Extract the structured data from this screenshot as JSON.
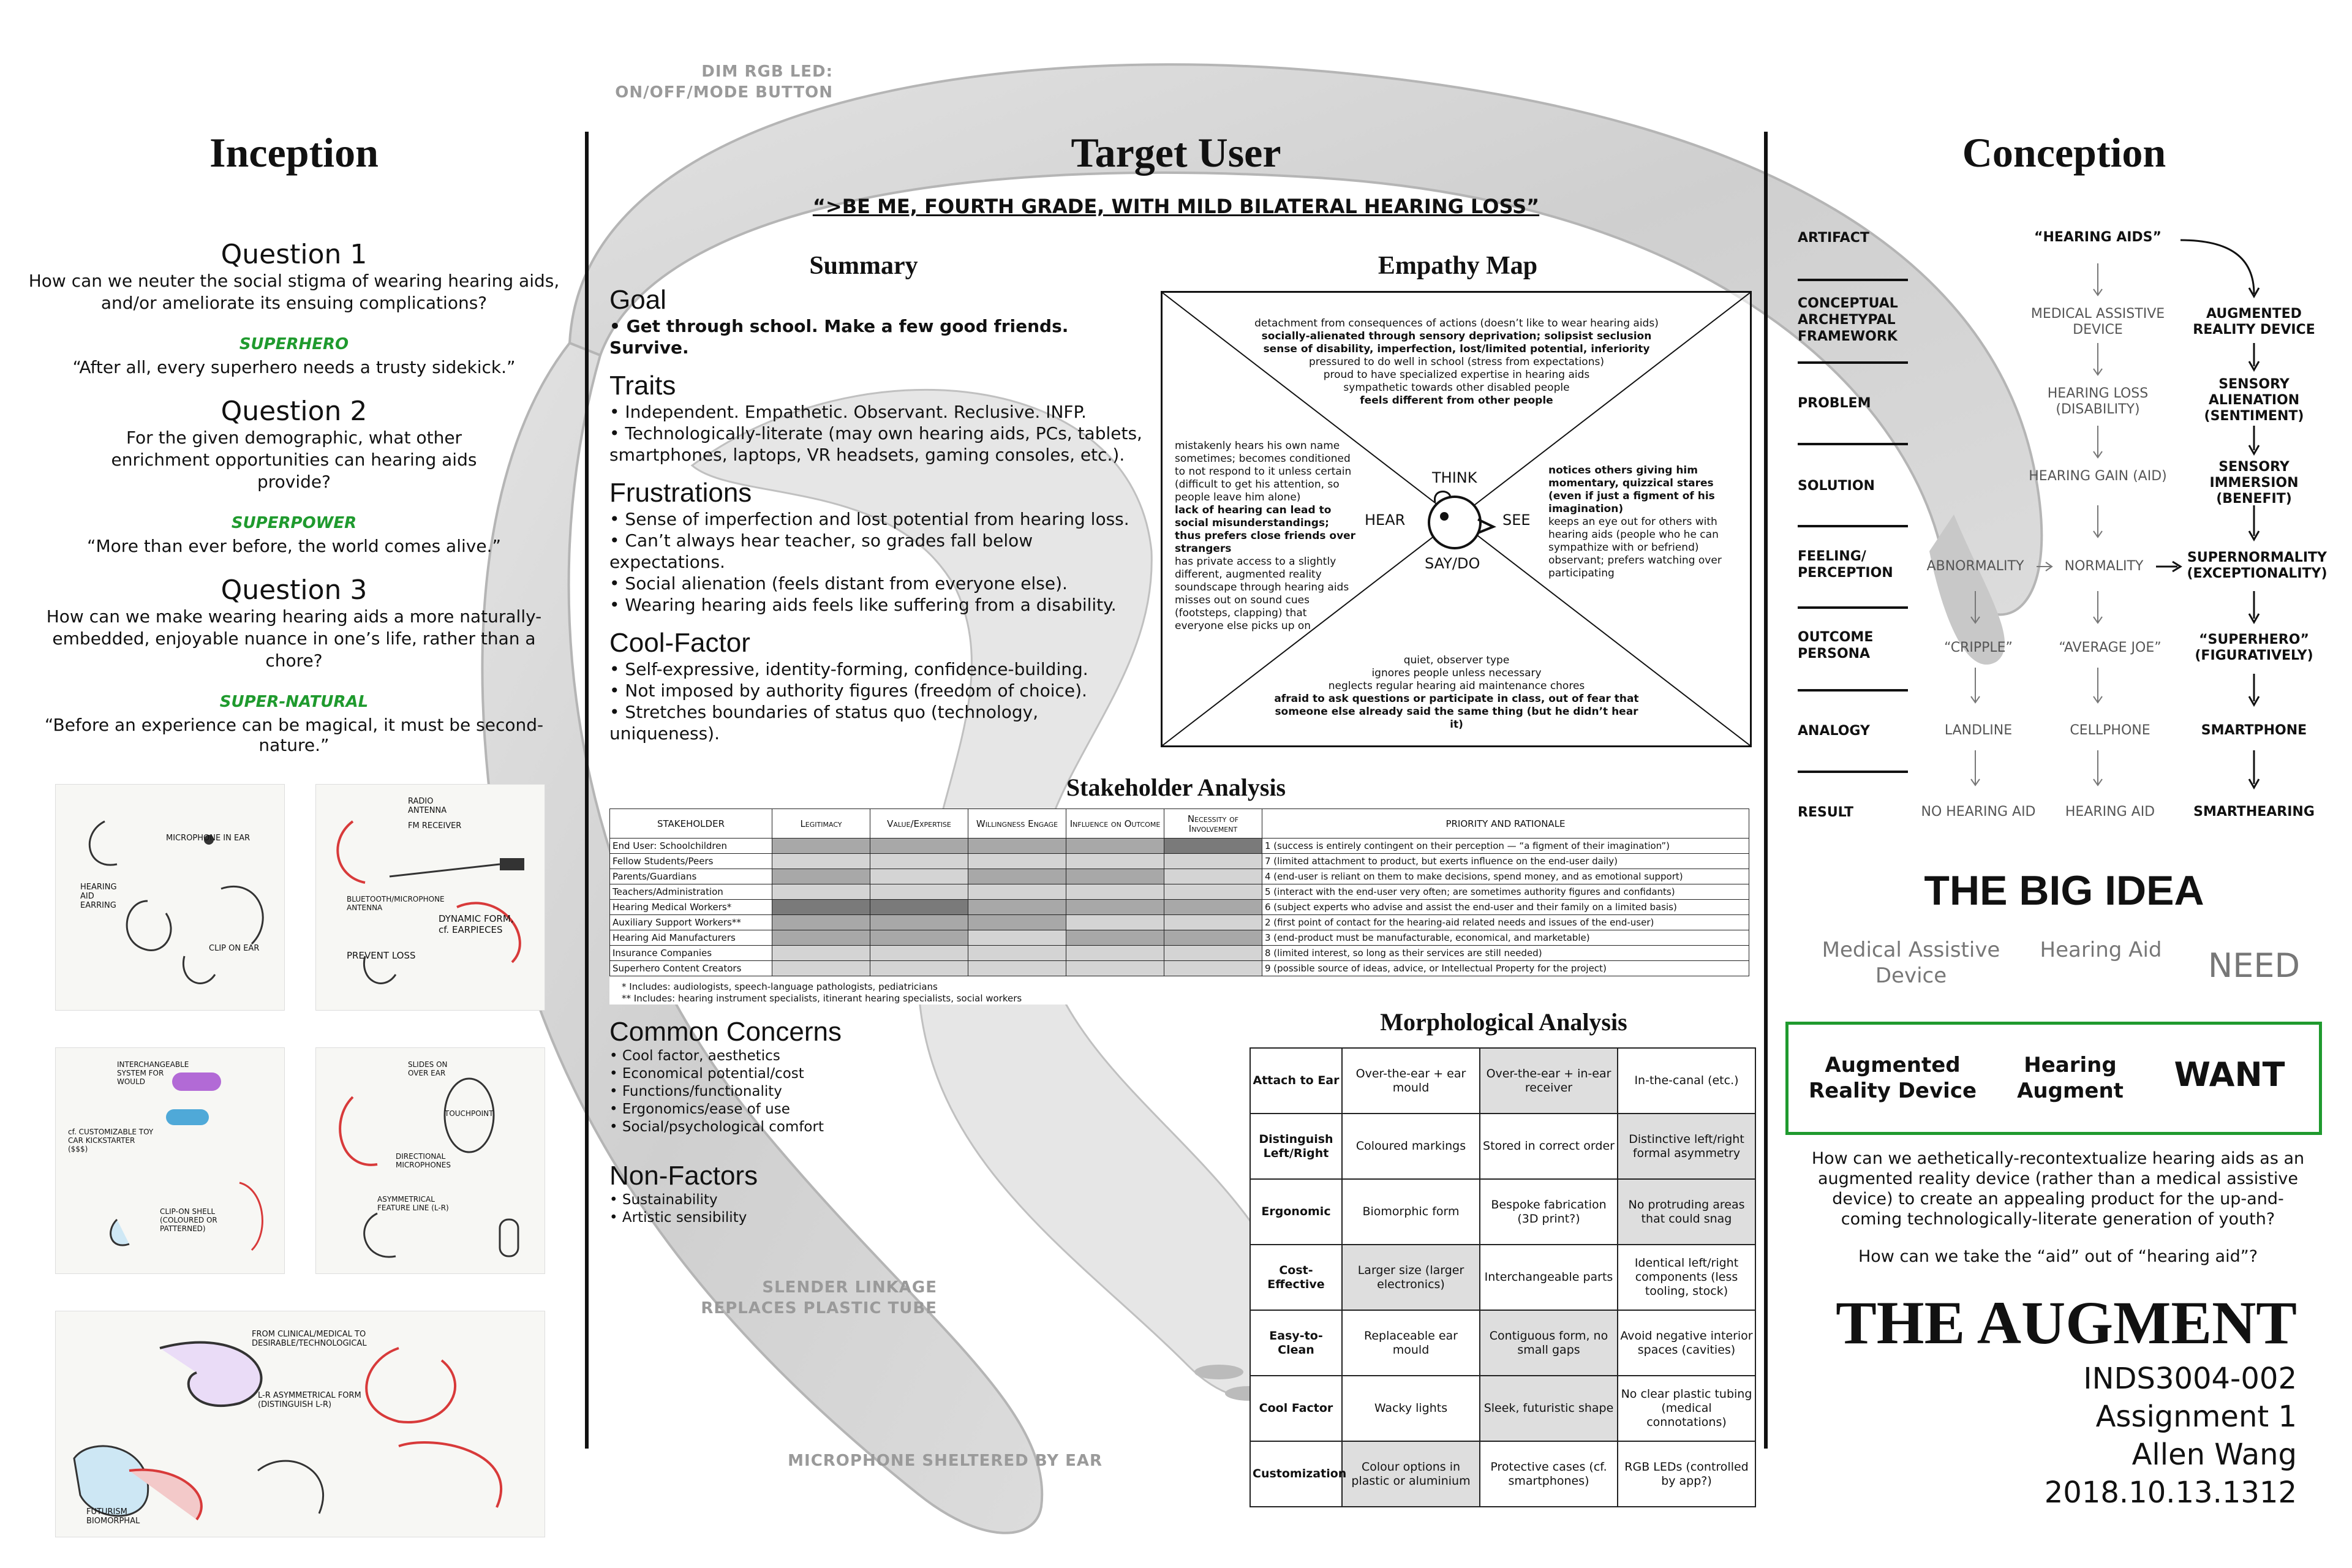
{
  "annotations": {
    "led": [
      "DIM RGB LED:",
      "ON/OFF/MODE BUTTON"
    ],
    "linkage": [
      "SLENDER LINKAGE",
      "REPLACES PLASTIC TUBE"
    ],
    "microphone": "MICROPHONE SHELTERED BY EAR"
  },
  "inception": {
    "title": "Inception",
    "questions": [
      {
        "title": "Question 1",
        "text": "How can we neuter the social stigma of wearing hearing aids, and/or ameliorate its ensuing complications?",
        "tag": "SUPERHERO",
        "quote": "“After all, every superhero needs a trusty sidekick.”"
      },
      {
        "title": "Question 2",
        "text": "For the given demographic, what other enrichment opportunities can hearing aids provide?",
        "tag": "SUPERPOWER",
        "quote": "“More than ever before, the world comes alive.”"
      },
      {
        "title": "Question 3",
        "text": "How can we make wearing hearing aids a more naturally-embedded, enjoyable nuance in one’s life, rather than a chore?",
        "tag": "SUPER-NATURAL",
        "quote": "“Before an experience can be magical, it must be second-nature.”"
      }
    ],
    "sketch_notes": [
      "MICROPHONE IN EAR",
      "HEARING AID EARRING",
      "CLIP ON EAR",
      "RADIO ANTENNA",
      "FM RECEIVER",
      "BLUETOOTH/MICROPHONE ANTENNA",
      "DYNAMIC FORM, cf. EARPIECES",
      "PREVENT LOSS",
      "INTERCHANGEABLE SYSTEM FOR WOULD",
      "cf. CUSTOMIZABLE TOY CAR KICKSTARTER ($$$)",
      "CLIP-ON SHELL (COLOURED OR PATTERNED)",
      "SLIDES ON OVER EAR",
      "TOUCHPOINT",
      "DIRECTIONAL MICROPHONES",
      "ASYMMETRICAL FEATURE LINE (L-R)",
      "FROM CLINICAL/MEDICAL TO DESIRABLE/TECHNOLOGICAL",
      "L-R ASYMMETRICAL FORM (DISTINGUISH L-R)",
      "FUTURISM BIOMORPHAL"
    ]
  },
  "target": {
    "title": "Target User",
    "tagline": "“>BE ME, FOURTH GRADE, WITH MILD BILATERAL HEARING LOSS”",
    "summary_title": "Summary",
    "goal": {
      "title": "Goal",
      "items": [
        "Get through school. Make a few good friends. Survive."
      ]
    },
    "traits": {
      "title": "Traits",
      "items": [
        "Independent. Empathetic. Observant. Reclusive. INFP.",
        "Technologically-literate (may own hearing aids, PCs, tablets, smartphones, laptops, VR headsets, gaming consoles, etc.)."
      ]
    },
    "frustrations": {
      "title": "Frustrations",
      "items": [
        "Sense of imperfection and lost potential from hearing loss.",
        "Can’t always hear teacher, so grades fall below expectations.",
        "Social alienation (feels distant from everyone else).",
        "Wearing hearing aids feels like suffering from a disability."
      ]
    },
    "cool": {
      "title": "Cool-Factor",
      "items": [
        "Self-expressive, identity-forming, confidence-building.",
        "Not imposed by authority figures (freedom of choice).",
        "Stretches boundaries of status quo (technology, uniqueness)."
      ]
    },
    "empathy": {
      "title": "Empathy Map",
      "think": [
        "detachment from consequences of actions (doesn’t like to wear hearing aids)",
        "socially-alienated through sensory deprivation; solipsist seclusion",
        "sense of disability, imperfection, lost/limited potential, inferiority",
        "pressured to do well in school (stress from expectations)",
        "proud to have specialized expertise in hearing aids",
        "sympathetic towards other disabled people",
        "feels different from other people"
      ],
      "hear": [
        "mistakenly hears his own name sometimes; becomes conditioned to not respond to it unless certain (difficult to get his attention, so people leave him alone)",
        "lack of hearing can lead to social misunderstandings; thus prefers close friends over strangers",
        "has private access to a slightly different, augmented reality soundscape through hearing aids",
        "misses out on sound cues (footsteps, clapping) that everyone else picks up on"
      ],
      "see": [
        "notices others giving him momentary, quizzical stares (even if just a figment of his imagination)",
        "keeps an eye out for others with hearing aids (people who he can sympathize with or befriend)",
        "observant; prefers watching over participating"
      ],
      "say": [
        "quiet, observer type",
        "ignores people unless necessary",
        "neglects regular hearing aid maintenance chores",
        "afraid to ask questions or participate in class, out of fear that someone else already said the same thing (but he didn’t hear it)"
      ],
      "labels": {
        "think": "THINK",
        "hear": "HEAR",
        "see": "SEE",
        "say": "SAY/DO"
      }
    },
    "stakeholder": {
      "title": "Stakeholder Analysis",
      "headers": [
        "STAKEHOLDER",
        "Legitimacy",
        "Value/Expertise",
        "Willingness Engage",
        "Influence on Outcome",
        "Necessity of Involvement",
        "PRIORITY AND RATIONALE"
      ],
      "rows": [
        {
          "name": "End User: Schoolchildren",
          "levels": [
            2,
            2,
            2,
            2,
            3
          ],
          "rationale": "1 (success is entirely contingent on their perception — “a figment of their imagination”)"
        },
        {
          "name": "Fellow Students/Peers",
          "levels": [
            1,
            1,
            1,
            1,
            1
          ],
          "rationale": "7 (limited attachment to product, but exerts influence on the end-user daily)"
        },
        {
          "name": "Parents/Guardians",
          "levels": [
            2,
            1,
            2,
            2,
            1
          ],
          "rationale": "4 (end-user is reliant on them to make decisions, spend money, and as emotional support)"
        },
        {
          "name": "Teachers/Administration",
          "levels": [
            1,
            1,
            1,
            1,
            1
          ],
          "rationale": "5 (interact with the end-user very often; are sometimes authority figures and confidants)"
        },
        {
          "name": "Hearing Medical Workers*",
          "levels": [
            3,
            3,
            2,
            2,
            2
          ],
          "rationale": "6 (subject experts who advise and assist the end-user and their family on a limited basis)"
        },
        {
          "name": "Auxiliary Support Workers**",
          "levels": [
            2,
            2,
            2,
            1,
            1
          ],
          "rationale": "2 (first point of contact for the hearing-aid related needs and issues of the end-user)"
        },
        {
          "name": "Hearing Aid Manufacturers",
          "levels": [
            2,
            2,
            1,
            2,
            2
          ],
          "rationale": "3 (end-product must be manufacturable, economical, and marketable)"
        },
        {
          "name": "Insurance Companies",
          "levels": [
            1,
            1,
            1,
            1,
            1
          ],
          "rationale": "8 (limited interest, so long as their services are still needed)"
        },
        {
          "name": "Superhero Content Creators",
          "levels": [
            1,
            1,
            1,
            1,
            1
          ],
          "rationale": "9 (possible source of ideas, advice, or Intellectual Property for the project)"
        }
      ],
      "footnotes": [
        "* Includes: audiologists, speech-language pathologists, pediatricians",
        "** Includes: hearing instrument specialists, itinerant hearing specialists, social workers"
      ]
    },
    "concerns": {
      "title": "Common Concerns",
      "items": [
        "Cool factor, aesthetics",
        "Economical potential/cost",
        "Functions/functionality",
        "Ergonomics/ease of use",
        "Social/psychological comfort"
      ]
    },
    "nonfactors": {
      "title": "Non-Factors",
      "items": [
        "Sustainability",
        "Artistic sensibility"
      ]
    },
    "morph": {
      "title": "Morphological Analysis",
      "rows": [
        {
          "label": "Attach to Ear",
          "cells": [
            "Over-the-ear + ear mould",
            "Over-the-ear + in-ear receiver",
            "In-the-canal (etc.)"
          ],
          "sel": 1
        },
        {
          "label": "Distinguish Left/Right",
          "cells": [
            "Coloured markings",
            "Stored in correct order",
            "Distinctive left/right formal asymmetry"
          ],
          "sel": 2
        },
        {
          "label": "Ergonomic",
          "cells": [
            "Biomorphic form",
            "Bespoke fabrication (3D print?)",
            "No protruding areas that could snag"
          ],
          "sel": 2
        },
        {
          "label": "Cost-Effective",
          "cells": [
            "Larger size (larger electronics)",
            "Interchangeable parts",
            "Identical left/right components (less tooling, stock)"
          ],
          "sel": 0
        },
        {
          "label": "Easy-to-Clean",
          "cells": [
            "Replaceable ear mould",
            "Contiguous form, no small gaps",
            "Avoid negative interior spaces (cavities)"
          ],
          "sel": 1
        },
        {
          "label": "Cool Factor",
          "cells": [
            "Wacky lights",
            "Sleek, futuristic shape",
            "No clear plastic tubing (medical connotations)"
          ],
          "sel": 1
        },
        {
          "label": "Customization",
          "cells": [
            "Colour options in plastic or aluminium",
            "Protective cases (cf. smartphones)",
            "RGB LEDs (controlled by app?)"
          ],
          "sel": 0
        }
      ]
    }
  },
  "conception": {
    "title": "Conception",
    "labels": [
      "ARTIFACT",
      "CONCEPTUAL ARCHETYPAL FRAMEWORK",
      "PROBLEM",
      "SOLUTION",
      "FEELING/ PERCEPTION",
      "OUTCOME PERSONA",
      "ANALOGY",
      "RESULT"
    ],
    "nodes": {
      "artifact": "“HEARING AIDS”",
      "medical": "MEDICAL ASSISTIVE DEVICE",
      "ar": "AUGMENTED REALITY DEVICE",
      "loss": "HEARING LOSS (DISABILITY)",
      "alienation": "SENSORY ALIENATION (SENTIMENT)",
      "gain": "HEARING GAIN (AID)",
      "immersion": "SENSORY IMMERSION (BENEFIT)",
      "abnormality": "ABNORMALITY",
      "normality": "NORMALITY",
      "supernormality": "SUPERNORMALITY (EXCEPTIONALITY)",
      "cripple": "“CRIPPLE”",
      "joe": "“AVERAGE JOE”",
      "superhero": "“SUPERHERO” (FIGURATIVELY)",
      "landline": "LANDLINE",
      "cellphone": "CELLPHONE",
      "smartphone": "SMARTPHONE",
      "no_aid": "NO HEARING AID",
      "hearing_aid": "HEARING AID",
      "smarthearing": "SMARTHEARING"
    },
    "big_idea": "THE BIG IDEA",
    "need": {
      "a": "Medical Assistive Device",
      "b": "Hearing Aid",
      "c": "NEED"
    },
    "want": {
      "a": "Augmented Reality Device",
      "b": "Hearing Augment",
      "c": "WANT"
    },
    "question1": "How can we aethetically-recontextualize hearing aids as an augmented reality device (rather than a medical assistive device) to create an appealing product for the up-and-coming technologically-literate generation of youth?",
    "question2": "How can we take the “aid” out of “hearing aid”?",
    "product": "THE AUGMENT",
    "course": "INDS3004-002",
    "assignment": "Assignment 1",
    "author": "Allen Wang",
    "date": "2018.10.13.1312"
  },
  "colors": {
    "green": "#1f9a2e",
    "accent_red": "#d83a3a"
  }
}
